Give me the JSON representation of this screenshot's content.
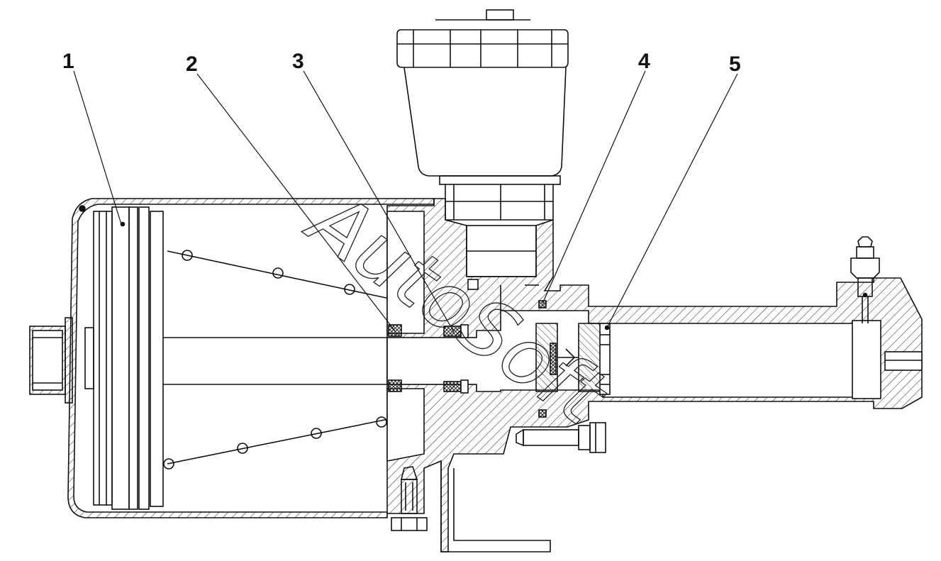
{
  "callouts": [
    {
      "id": "1",
      "label": "1"
    },
    {
      "id": "2",
      "label": "2"
    },
    {
      "id": "3",
      "label": "3"
    },
    {
      "id": "4",
      "label": "4"
    },
    {
      "id": "5",
      "label": "5"
    }
  ],
  "watermark": {
    "text": "AutoSoft"
  },
  "colors": {
    "line": "#111111",
    "hatch": "#333333",
    "background": "#ffffff"
  }
}
